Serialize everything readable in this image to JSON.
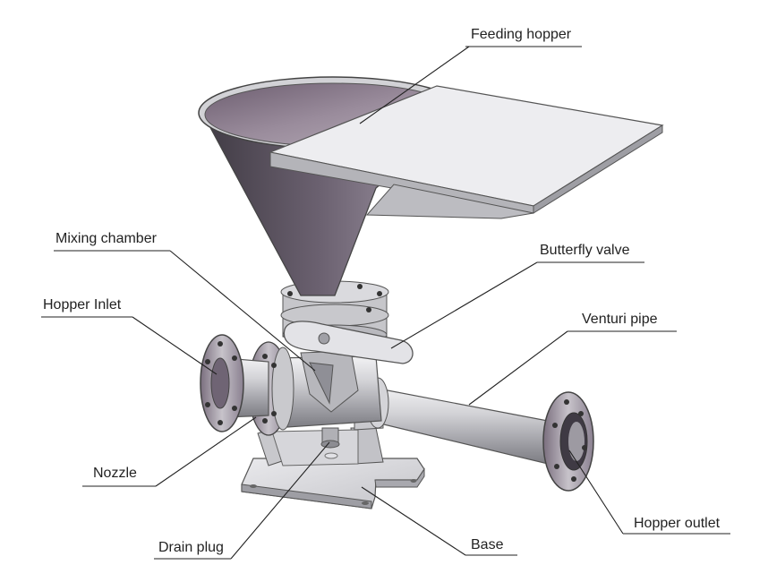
{
  "labels": {
    "feeding_hopper": "Feeding hopper",
    "mixing_chamber": "Mixing chamber",
    "butterfly_valve": "Butterfly valve",
    "hopper_inlet": "Hopper Inlet",
    "venturi_pipe": "Venturi pipe",
    "nozzle": "Nozzle",
    "hopper_outlet": "Hopper outlet",
    "drain_plug": "Drain plug",
    "base": "Base"
  },
  "colors": {
    "metal_light": "#d9d9dc",
    "metal_mid": "#a9a9ae",
    "metal_dark": "#5d5660",
    "hopper_interior": "#7e6f80",
    "line": "#222222"
  }
}
